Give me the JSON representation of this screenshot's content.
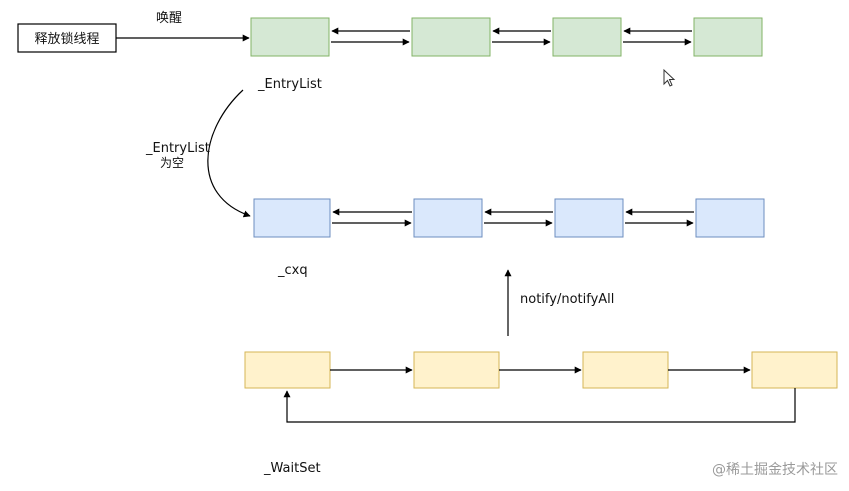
{
  "source_box": {
    "label": "释放锁线程"
  },
  "wake_label": "唤醒",
  "entry_list": {
    "label": "_EntryList",
    "fill": "#d5e8d4",
    "stroke": "#82b366",
    "nodes": 4
  },
  "transfer": {
    "line1": "_EntryList",
    "line2": "为空"
  },
  "cxq": {
    "label": "_cxq",
    "fill": "#dae8fc",
    "stroke": "#6c8ebf",
    "nodes": 4
  },
  "notify_label": "notify/notifyAll",
  "wait_set": {
    "label": "_WaitSet",
    "fill": "#fff2cc",
    "stroke": "#d6b656",
    "nodes": 4
  },
  "watermark": "@稀土掘金技术社区",
  "icons": {
    "cursor": "mouse-pointer-icon"
  }
}
